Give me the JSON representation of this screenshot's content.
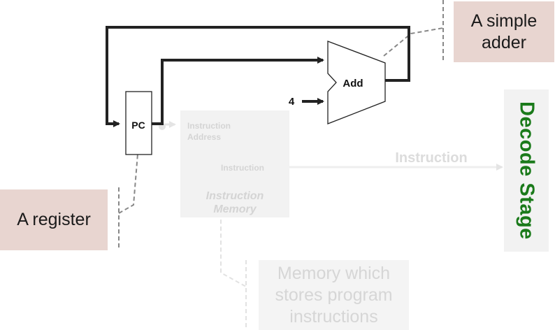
{
  "callouts": {
    "adder": [
      "A simple",
      "adder"
    ],
    "register": [
      "A register"
    ],
    "memory": [
      "Memory which",
      "stores program",
      "instructions"
    ]
  },
  "blocks": {
    "pc": "PC",
    "adder": "Add",
    "constant": "4",
    "imem_address": [
      "Instruction",
      "Address"
    ],
    "imem_output": "Instruction",
    "imem_name": [
      "Instruction",
      "Memory"
    ]
  },
  "wires": {
    "instruction": "Instruction"
  },
  "decode_stage": "Decode Stage",
  "colors": {
    "wire": "#222222",
    "faded": "#e8e8e8",
    "callout_bg": "#e8d5d0",
    "decode_text": "#1a7a1a"
  }
}
